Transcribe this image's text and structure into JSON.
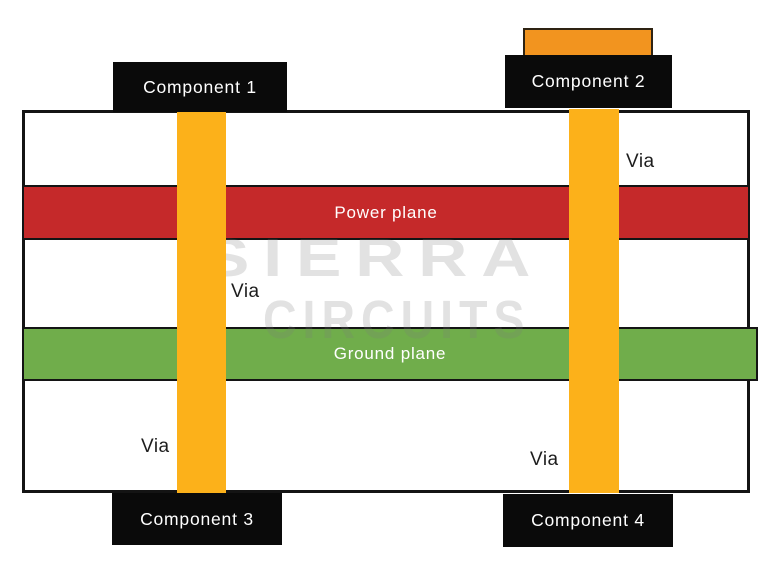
{
  "watermark": {
    "line1": "SIERRA",
    "line2": "CIRCUITS"
  },
  "board": {
    "description_visible_text": ""
  },
  "planes": [
    {
      "id": "power-plane",
      "label": "Power plane",
      "color": "#c5292a"
    },
    {
      "id": "ground-plane",
      "label": "Ground plane",
      "color": "#70ad4b"
    }
  ],
  "components": [
    {
      "id": "component-1",
      "label": "Component 1"
    },
    {
      "id": "component-2",
      "label": "Component 2"
    },
    {
      "id": "component-3",
      "label": "Component 3"
    },
    {
      "id": "component-4",
      "label": "Component 4"
    }
  ],
  "vias": {
    "color": "#fcb11a",
    "labels": [
      "Via",
      "Via",
      "Via",
      "Via"
    ]
  },
  "colors": {
    "component_body": "#0a0a0a",
    "component2_cap": "#f2941f",
    "board_border": "#141414",
    "watermark_gray": "#e4e4e4"
  }
}
